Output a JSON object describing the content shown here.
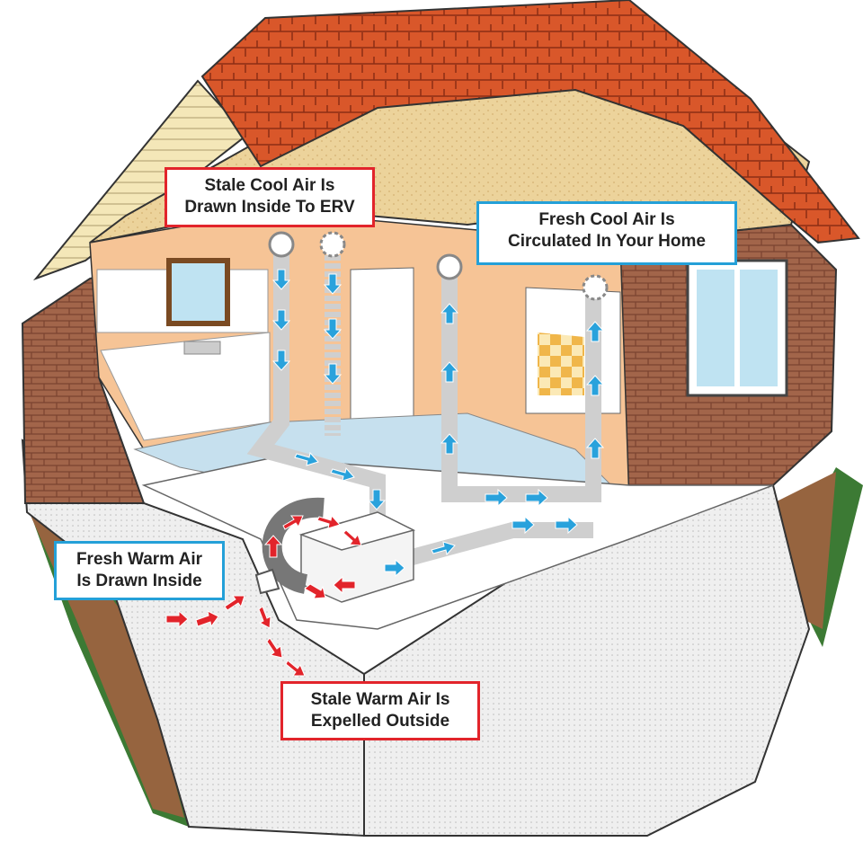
{
  "labels": {
    "stale_cool": {
      "line1": "Stale Cool Air Is",
      "line2": "Drawn Inside To ERV",
      "color": "#e2242b"
    },
    "fresh_cool": {
      "line1": "Fresh Cool Air Is",
      "line2": "Circulated In Your Home",
      "color": "#24a0d8"
    },
    "fresh_warm": {
      "line1": "Fresh Warm Air",
      "line2": "Is Drawn Inside",
      "color": "#24a0d8"
    },
    "stale_warm": {
      "line1": "Stale Warm Air Is",
      "line2": "Expelled Outside",
      "color": "#e2242b"
    }
  },
  "colors": {
    "roof": "#d9572a",
    "brick": "#a2654a",
    "wall_interior": "#f6c496",
    "insulation": "#ecd39b",
    "floor_ice": "#c6e0ee",
    "foundation": "#eeeeee",
    "grass": "#2f8a3a",
    "cool_air_arrow": "#29a2dc",
    "warm_air_arrow": "#e2242b"
  }
}
